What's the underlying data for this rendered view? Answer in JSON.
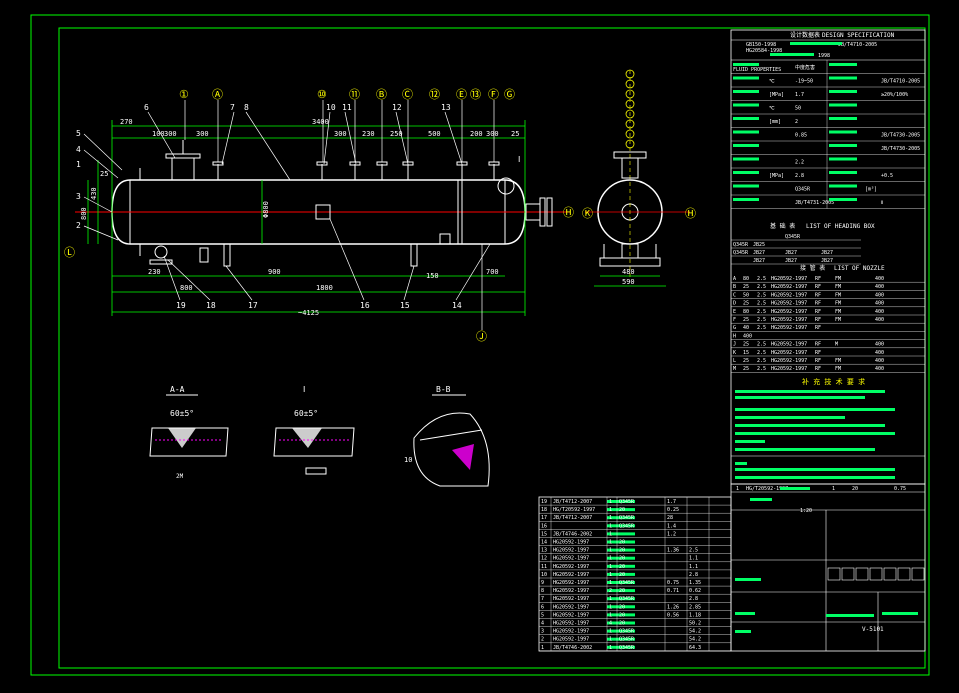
{
  "colors": {
    "background": "#000000",
    "frame": "#00ff00",
    "vessel": "#ffffff",
    "dim": "#00ff00",
    "centerline": "#ff0000",
    "bubble": "#ffff00",
    "weld": "#ff00ff",
    "accent": "#00ffff",
    "block": "#00ff66"
  },
  "spec": {
    "title_cn": "设计数据表",
    "title_en": "DESIGN SPECIFICATION",
    "codes": [
      "GB150-1998",
      "HG20584-1998"
    ],
    "codes_right": [
      "JB/T4710-2005"
    ],
    "year_text": "1998",
    "rows": [
      {
        "label": "FLUID PROPERTIES",
        "value": "中度危害",
        "right_label": "",
        "right_value": ""
      },
      {
        "label": "",
        "unit": "℃",
        "value": "-19~50",
        "right_label": "",
        "right_value": "JB/T4710-2005"
      },
      {
        "label": "",
        "unit": "[MPa]",
        "value": "1.7",
        "right_label": "",
        "right_value": "≥20%/100%"
      },
      {
        "label": "",
        "unit": "℃",
        "value": "50",
        "right_label": "",
        "right_value": ""
      },
      {
        "label": "",
        "unit": "[mm]",
        "value": "2",
        "right_label": "",
        "right_value": ""
      },
      {
        "label": "",
        "unit": "",
        "value": "0.85",
        "right_label": "",
        "right_value": "JB/T4730-2005"
      },
      {
        "label": "",
        "unit": "",
        "value": "",
        "right_label": "",
        "right_value": "JB/T4730-2005"
      },
      {
        "label": "",
        "unit": "",
        "value": "2.2",
        "right_label": "",
        "right_value": ""
      },
      {
        "label": "",
        "unit": "[MPa]",
        "value": "2.8",
        "right_label": "",
        "right_value": "+0.5"
      },
      {
        "label": "",
        "unit": "",
        "value": "Q345R",
        "right_label": "[m³]",
        "right_value": ""
      },
      {
        "label": "",
        "unit": "",
        "value": "JB/T4731-2005",
        "right_label": "",
        "right_value": "Ⅱ"
      }
    ],
    "heads_title_cn": "基 础 表",
    "heads_title_en": "LIST OF HEADING BOX",
    "heads": [
      [
        "",
        "",
        "Q345R",
        ""
      ],
      [
        "Q345R",
        "JB25",
        "",
        ""
      ],
      [
        "Q345R",
        "JB27",
        "JB27",
        "JB27"
      ],
      [
        "",
        "JB27",
        "JB27",
        "JB27"
      ]
    ],
    "nozzles_title_cn": "接 管 表",
    "nozzles_title_en": "LIST OF NOZZLE",
    "nozzles": [
      [
        "A",
        "80",
        "2.5",
        "HG20592-1997",
        "RF",
        "FM",
        "400"
      ],
      [
        "B",
        "25",
        "2.5",
        "HG20592-1997",
        "RF",
        "FM",
        "400"
      ],
      [
        "C",
        "50",
        "2.5",
        "HG20592-1997",
        "RF",
        "FM",
        "400"
      ],
      [
        "D",
        "25",
        "2.5",
        "HG20592-1997",
        "RF",
        "FM",
        "400"
      ],
      [
        "E",
        "80",
        "2.5",
        "HG20592-1997",
        "RF",
        "FM",
        "400"
      ],
      [
        "F",
        "25",
        "2.5",
        "HG20592-1997",
        "RF",
        "FM",
        "400"
      ],
      [
        "G",
        "40",
        "2.5",
        "HG20592-1997",
        "RF",
        "",
        ""
      ],
      [
        "H",
        "400",
        "",
        "",
        "",
        "",
        ""
      ],
      [
        "J",
        "25",
        "2.5",
        "HG20592-1997",
        "RF",
        "M",
        "400"
      ],
      [
        "K",
        "15",
        "2.5",
        "HG20592-1997",
        "RF",
        "",
        "400"
      ],
      [
        "L",
        "25",
        "2.5",
        "HG20592-1997",
        "RF",
        "FM",
        "400"
      ],
      [
        "M",
        "25",
        "2.5",
        "HG20592-1997",
        "RF",
        "FM",
        "400"
      ]
    ],
    "notes_title": "补 充 技 术 要 求"
  },
  "plan_view": {
    "dims_top": [
      "270",
      "100",
      "300",
      "300",
      "3400",
      "300",
      "230",
      "250",
      "500",
      "200",
      "300",
      "25"
    ],
    "dims_left": [
      "430",
      "800",
      "25"
    ],
    "dims_bottom": [
      "800",
      "230",
      "900",
      "1800",
      "150",
      "700",
      "~4125"
    ],
    "diameter": "Φ800",
    "bubbles_top": [
      "①",
      "Ⓐ",
      "⑩",
      "⑪",
      "Ⓑ",
      "Ⓒ",
      "⑫",
      "Ⓔ",
      "⑬",
      "Ⓕ",
      "Ⓖ"
    ],
    "leader_nums_top": [
      "6",
      "7",
      "8",
      "10",
      "11",
      "12",
      "13"
    ],
    "leader_nums_left": [
      "5",
      "4",
      "3",
      "2",
      "1"
    ],
    "leader_nums_bottom": [
      "19",
      "18",
      "17",
      "16",
      "15",
      "14"
    ],
    "detail_mark": "Ⅰ",
    "bubble_left": "Ⓛ",
    "bubble_right": "Ⓗ",
    "bubble_bottom": "Ⓙ"
  },
  "side_view": {
    "dims": [
      "480",
      "590"
    ],
    "bubble_left": "Ⓚ",
    "bubble_right": "Ⓗ"
  },
  "details": [
    {
      "title": "A-A",
      "angle": "60±5°",
      "dim": "2M"
    },
    {
      "title": "Ⅰ",
      "angle": "60±5°",
      "dim": ""
    },
    {
      "title": "B-B",
      "angle": "",
      "dim": "10"
    }
  ],
  "parts_list": [
    [
      "19",
      "JB/T4712-2007",
      "1",
      "Q345R",
      "1.7",
      ""
    ],
    [
      "18",
      "HG/T20592-1997",
      "1",
      "20",
      "0.25",
      ""
    ],
    [
      "17",
      "JB/T4712-2007",
      "1",
      "Q345R",
      "28",
      ""
    ],
    [
      "16",
      "",
      "1",
      "Q345R",
      "1.4",
      ""
    ],
    [
      "15",
      "JB/T4746-2002",
      "1",
      "",
      "1.2",
      ""
    ],
    [
      "14",
      "HG20592-1997",
      "1",
      "20",
      "",
      ""
    ],
    [
      "13",
      "HG20592-1997",
      "1",
      "20",
      "1.36",
      "2.5"
    ],
    [
      "12",
      "HG20592-1997",
      "1",
      "20",
      "",
      "1.1"
    ],
    [
      "11",
      "HG20592-1997",
      "1",
      "20",
      "",
      "1.1"
    ],
    [
      "10",
      "HG20592-1997",
      "1",
      "20",
      "",
      "2.8"
    ],
    [
      "9",
      "HG20592-1997",
      "1",
      "Q345R",
      "0.75",
      "1.35"
    ],
    [
      "8",
      "HG20592-1997",
      "2",
      "20",
      "0.71",
      "0.62"
    ],
    [
      "7",
      "HG20592-1997",
      "1",
      "Q345R",
      "",
      "2.8"
    ],
    [
      "6",
      "HG20592-1997",
      "1",
      "20",
      "1.26",
      "2.85"
    ],
    [
      "5",
      "HG20592-1997",
      "1",
      "20",
      "0.56",
      "1.18"
    ],
    [
      "4",
      "HG20592-1997",
      "4",
      "20",
      "",
      "50.2"
    ],
    [
      "3",
      "HG20592-1997",
      "1",
      "Q345R",
      "",
      "54.2"
    ],
    [
      "2",
      "HG20592-1997",
      "1",
      "Q345R",
      "",
      "54.2"
    ],
    [
      "1",
      "JB/T4746-2002",
      "1",
      "Q345R",
      "",
      "64.3"
    ]
  ],
  "title_block": {
    "row_top": [
      "1",
      "HG/T20592-1997",
      "1",
      "20",
      "0.75"
    ],
    "row_scale": "1:20",
    "vessel_name": "V-5101",
    "drawing_no": "1:20"
  }
}
